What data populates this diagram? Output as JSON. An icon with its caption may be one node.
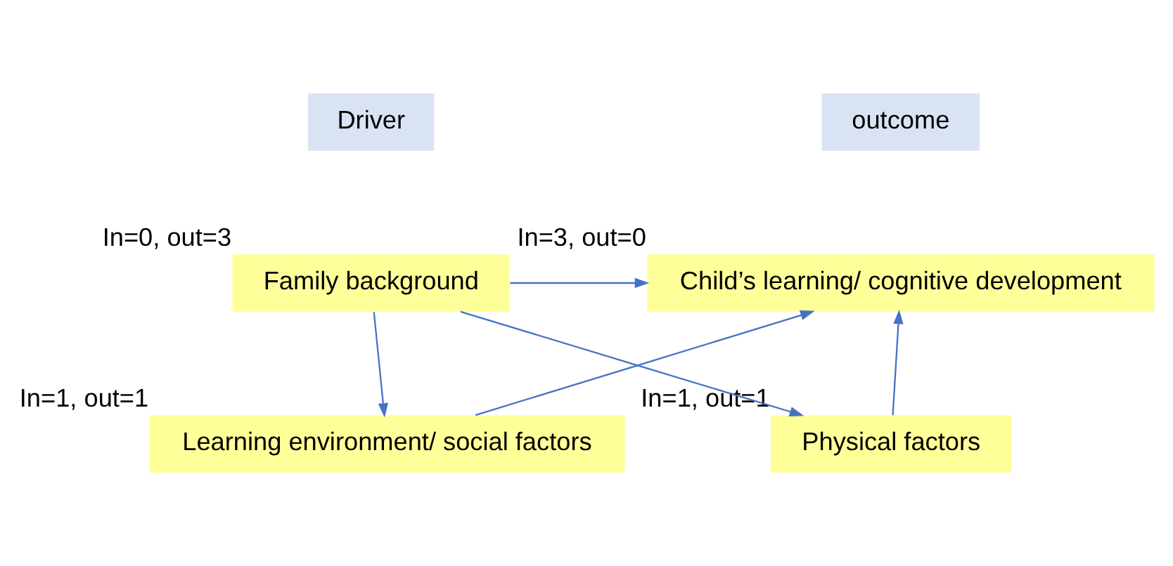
{
  "diagram": {
    "nodes": [
      {
        "text": [
          "Driver"
        ]
      },
      {
        "text": [
          "outcome"
        ]
      },
      {
        "text": [
          "Family background"
        ],
        "beside": [
          "In=0, out=3"
        ]
      },
      {
        "text": [
          "Child’s learning/ cognitive development"
        ],
        "beside": [
          "In=3, out=0"
        ]
      },
      {
        "text": [
          "Learning environment/ social factors"
        ],
        "beside": [
          "In=1, out=1"
        ]
      },
      {
        "text": [
          "Physical factors"
        ],
        "beside": [
          "In=1, out=1"
        ]
      }
    ],
    "edges": [
      {
        "from": 2,
        "to": 3,
        "arrow": "to"
      },
      {
        "from": 2,
        "to": 4,
        "arrow": "to"
      },
      {
        "from": 2,
        "to": 5,
        "arrow": "to"
      },
      {
        "from": 4,
        "to": 3,
        "arrow": "to"
      },
      {
        "from": 5,
        "to": 3,
        "arrow": "to"
      }
    ]
  }
}
